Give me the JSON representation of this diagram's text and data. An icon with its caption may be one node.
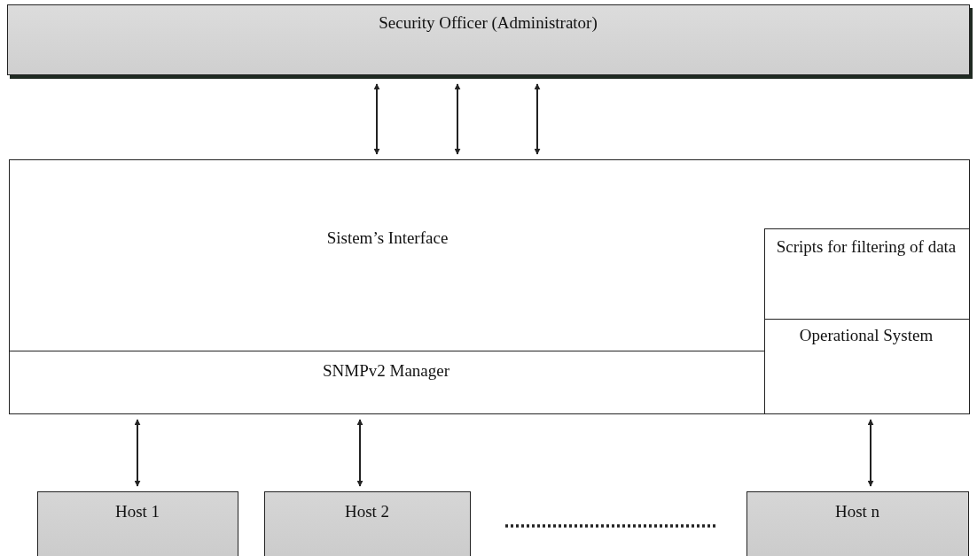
{
  "diagram": {
    "nodes": [
      {
        "text": [
          "Security Officer (Administrator)"
        ]
      },
      {
        "text": [
          "Sistem’s Interface"
        ]
      },
      {
        "text": [
          "SNMPv2 Manager"
        ],
        "in": 1
      },
      {
        "text": [
          "Scripts for filtering of data"
        ],
        "in": 1
      },
      {
        "text": [
          "Operational System"
        ],
        "in": 1
      },
      {
        "text": [
          "Host 1"
        ]
      },
      {
        "text": [
          "Host 2"
        ]
      },
      {
        "text": [
          "Host n"
        ]
      }
    ],
    "edges": [
      {
        "from": 0,
        "to": 1,
        "arrow": "both"
      },
      {
        "from": 0,
        "to": 1,
        "arrow": "both"
      },
      {
        "from": 0,
        "to": 1,
        "arrow": "both"
      },
      {
        "from": 2,
        "to": 5,
        "arrow": "both"
      },
      {
        "from": 2,
        "to": 6,
        "arrow": "both"
      },
      {
        "from": 4,
        "to": 7,
        "arrow": "both"
      }
    ]
  }
}
